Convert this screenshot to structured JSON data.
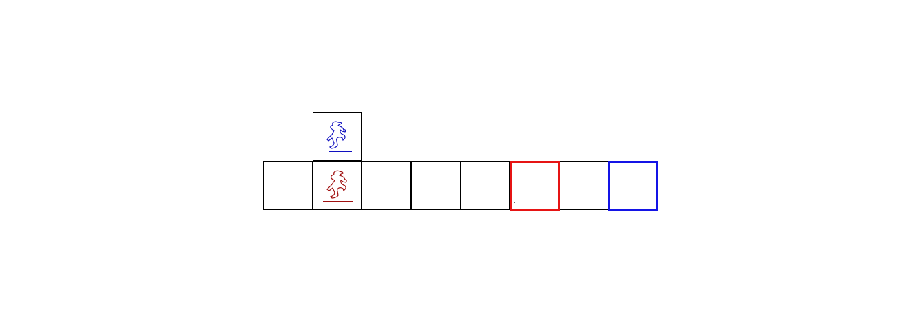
{
  "board": {
    "colors": {
      "grid_line": "#000000",
      "red": "#e61414",
      "blue": "#1414e6",
      "red_piece": "#a01010",
      "blue_piece": "#1010c0"
    },
    "cells": [
      {
        "id": "upper-cell",
        "row": 0,
        "col": 1
      },
      {
        "id": "row-cell-0",
        "row": 1,
        "col": 0
      },
      {
        "id": "row-cell-1",
        "row": 1,
        "col": 1
      },
      {
        "id": "row-cell-2",
        "row": 1,
        "col": 2
      },
      {
        "id": "row-cell-3",
        "row": 1,
        "col": 3
      },
      {
        "id": "row-cell-4",
        "row": 1,
        "col": 4
      },
      {
        "id": "red-goal",
        "row": 1,
        "col": 5,
        "highlight": "red"
      },
      {
        "id": "row-cell-6",
        "row": 1,
        "col": 6
      },
      {
        "id": "blue-goal",
        "row": 1,
        "col": 7,
        "highlight": "blue"
      }
    ],
    "pieces": [
      {
        "id": "blue-runner",
        "icon": "running-figure-icon",
        "color": "blue",
        "row": 0,
        "col": 1
      },
      {
        "id": "red-runner",
        "icon": "running-figure-icon",
        "color": "red",
        "row": 1,
        "col": 1
      }
    ]
  }
}
